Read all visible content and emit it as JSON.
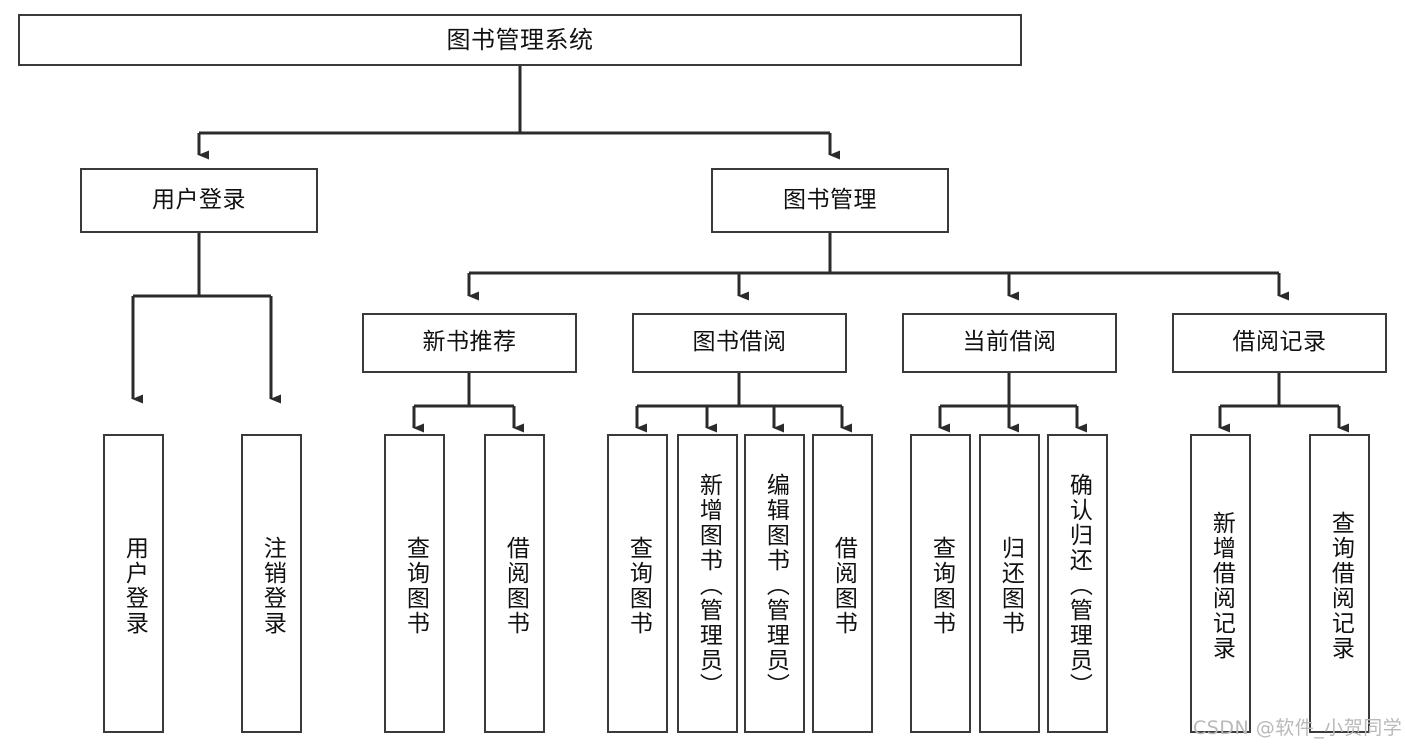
{
  "diagram": {
    "title": "图书管理系统",
    "watermark": "CSDN @软件_小贺同学",
    "colors": {
      "box_border": "#3a3a3a",
      "connector": "#2b2b2b",
      "background": "#ffffff",
      "text": "#111111",
      "watermark": "#b9b9b9"
    },
    "nodes": {
      "root": {
        "label": "图书管理系统"
      },
      "level2": [
        {
          "id": "user-login",
          "label": "用户登录"
        },
        {
          "id": "book-management",
          "label": "图书管理"
        }
      ],
      "level3": [
        {
          "id": "new-book-recommend",
          "label": "新书推荐"
        },
        {
          "id": "book-borrow",
          "label": "图书借阅"
        },
        {
          "id": "current-borrow",
          "label": "当前借阅"
        },
        {
          "id": "borrow-record",
          "label": "借阅记录"
        }
      ],
      "leaves": {
        "user-login": [
          {
            "id": "leaf-user-login",
            "label": "用户登录"
          },
          {
            "id": "leaf-user-logout",
            "label": "注销登录"
          }
        ],
        "new-book-recommend": [
          {
            "id": "leaf-query-book-1",
            "label": "查询图书"
          },
          {
            "id": "leaf-borrow-book-1",
            "label": "借阅图书"
          }
        ],
        "book-borrow": [
          {
            "id": "leaf-query-book-2",
            "label": "查询图书"
          },
          {
            "id": "leaf-add-book",
            "label": "新增图书（管理员）"
          },
          {
            "id": "leaf-edit-book",
            "label": "编辑图书（管理员）"
          },
          {
            "id": "leaf-borrow-book-2",
            "label": "借阅图书"
          }
        ],
        "current-borrow": [
          {
            "id": "leaf-query-book-3",
            "label": "查询图书"
          },
          {
            "id": "leaf-return-book",
            "label": "归还图书"
          },
          {
            "id": "leaf-confirm-return",
            "label": "确认归还（管理员）"
          }
        ],
        "borrow-record": [
          {
            "id": "leaf-add-record",
            "label": "新增借阅记录"
          },
          {
            "id": "leaf-query-record",
            "label": "查询借阅记录"
          }
        ]
      }
    }
  }
}
